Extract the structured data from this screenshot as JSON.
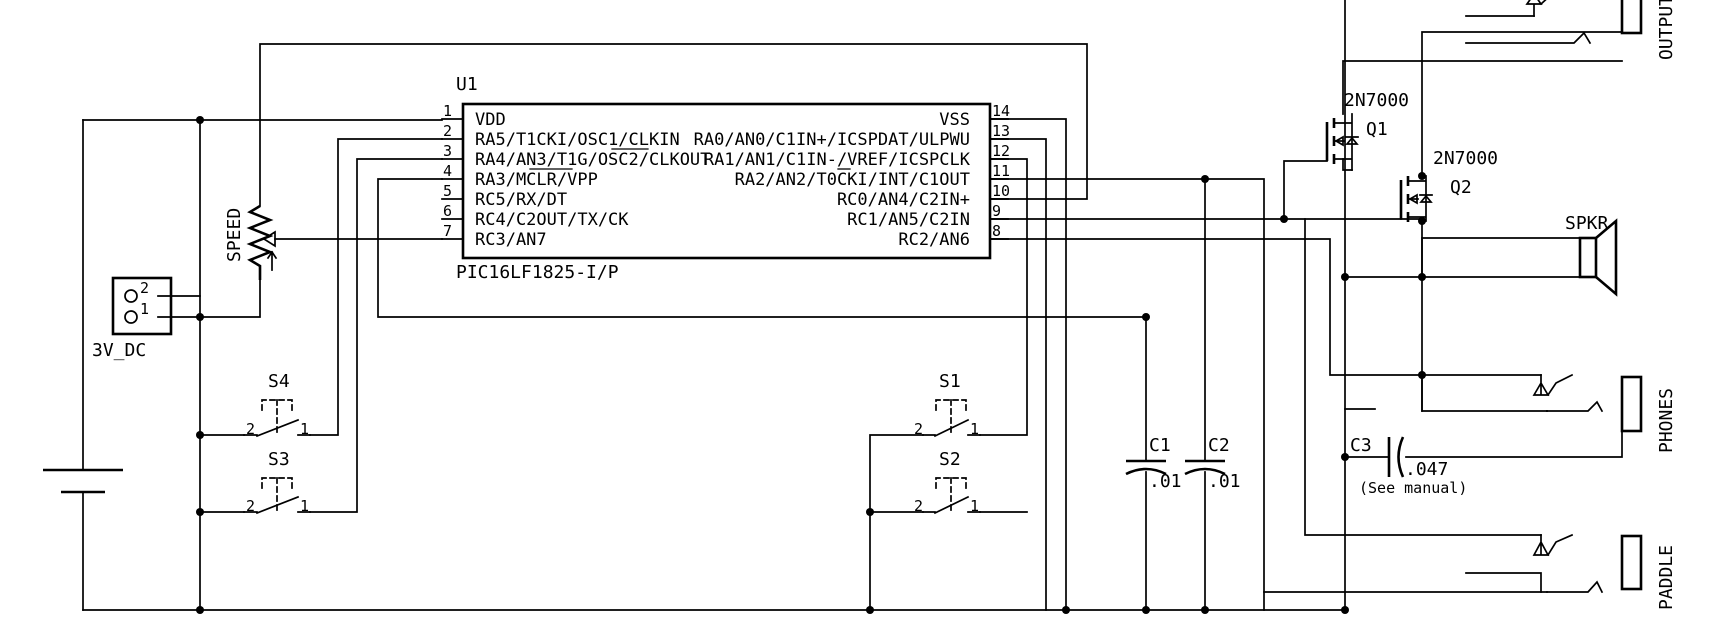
{
  "colors": {
    "background": "#ffffff",
    "ink": "#000000"
  },
  "u1": {
    "ref": "U1",
    "part": "PIC16LF1825-I/P",
    "left_pins": [
      {
        "num": "1",
        "name": "VDD"
      },
      {
        "num": "2",
        "name": "RA5/T1CKI/OSC1/CLKIN"
      },
      {
        "num": "3",
        "name": "RA4/AN3/T1G/OSC2/CLKOUT"
      },
      {
        "num": "4",
        "name": "RA3/MCLR/VPP"
      },
      {
        "num": "5",
        "name": "RC5/RX/DT"
      },
      {
        "num": "6",
        "name": "RC4/C2OUT/TX/CK"
      },
      {
        "num": "7",
        "name": "RC3/AN7"
      }
    ],
    "right_pins": [
      {
        "num": "14",
        "name": "VSS"
      },
      {
        "num": "13",
        "name": "RA0/AN0/C1IN+/ICSPDAT/ULPWU"
      },
      {
        "num": "12",
        "name": "RA1/AN1/C1IN-/VREF/ICSPCLK"
      },
      {
        "num": "11",
        "name": "RA2/AN2/T0CKI/INT/C1OUT"
      },
      {
        "num": "10",
        "name": "RC0/AN4/C2IN+"
      },
      {
        "num": "9",
        "name": "RC1/AN5/C2IN"
      },
      {
        "num": "8",
        "name": "RC2/AN6"
      }
    ]
  },
  "speed": {
    "label": "SPEED"
  },
  "power_jack": {
    "ref": "3V_DC",
    "pin1": "1",
    "pin2": "2"
  },
  "switches": {
    "s1": {
      "ref": "S1",
      "p1": "1",
      "p2": "2"
    },
    "s2": {
      "ref": "S2",
      "p1": "1",
      "p2": "2"
    },
    "s3": {
      "ref": "S3",
      "p1": "1",
      "p2": "2"
    },
    "s4": {
      "ref": "S4",
      "p1": "1",
      "p2": "2"
    }
  },
  "caps": {
    "c1": {
      "ref": "C1",
      "value": ".01"
    },
    "c2": {
      "ref": "C2",
      "value": ".01"
    },
    "c3": {
      "ref": "C3",
      "value": ".047",
      "note": "(See manual)"
    }
  },
  "transistors": {
    "q1": {
      "ref": "Q1",
      "part": "2N7000"
    },
    "q2": {
      "ref": "Q2",
      "part": "2N7000"
    }
  },
  "speaker": {
    "ref": "SPKR"
  },
  "jacks": {
    "output": "OUTPUT",
    "phones": "PHONES",
    "paddle": "PADDLE"
  }
}
